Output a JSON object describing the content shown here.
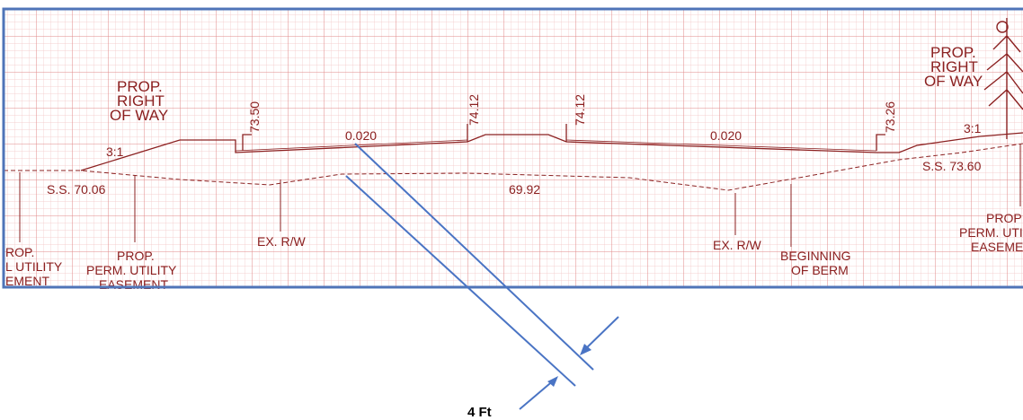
{
  "colors": {
    "grid_fine": "#f2c4c4",
    "grid_major": "#e08a8a",
    "ink": "#8b2020",
    "frame": "#4f74b8",
    "annotation": "#4a74c4"
  },
  "labels": {
    "prop_row_left": [
      "PROP.",
      "RIGHT",
      "OF WAY"
    ],
    "prop_row_right": [
      "PROP.",
      "RIGHT",
      "OF WAY"
    ],
    "slope_left": "3:1",
    "slope_right": "3:1",
    "elev_7350": "73.50",
    "elev_7412_a": "74.12",
    "elev_7412_b": "74.12",
    "elev_7326": "73.26",
    "grade_left": "0.020",
    "grade_right": "0.020",
    "ss_left": "S.S. 70.06",
    "ss_right": "S.S. 73.60",
    "center_elev": "69.92",
    "ex_rw_left": "EX. R/W",
    "ex_rw_right": "EX. R/W",
    "prop_util_far_left": [
      "ROP.",
      "L UTILITY",
      "EMENT"
    ],
    "prop_util_left": [
      "PROP.",
      "PERM. UTILITY",
      "EASEMENT"
    ],
    "beginning_berm": [
      "BEGINNING",
      "OF BERM"
    ],
    "prop_util_right": [
      "PROP",
      "PERM. UTI",
      "EASEMEN"
    ]
  },
  "annotation": {
    "measure": "4 Ft"
  },
  "icons": {
    "tree": "tree-icon"
  }
}
